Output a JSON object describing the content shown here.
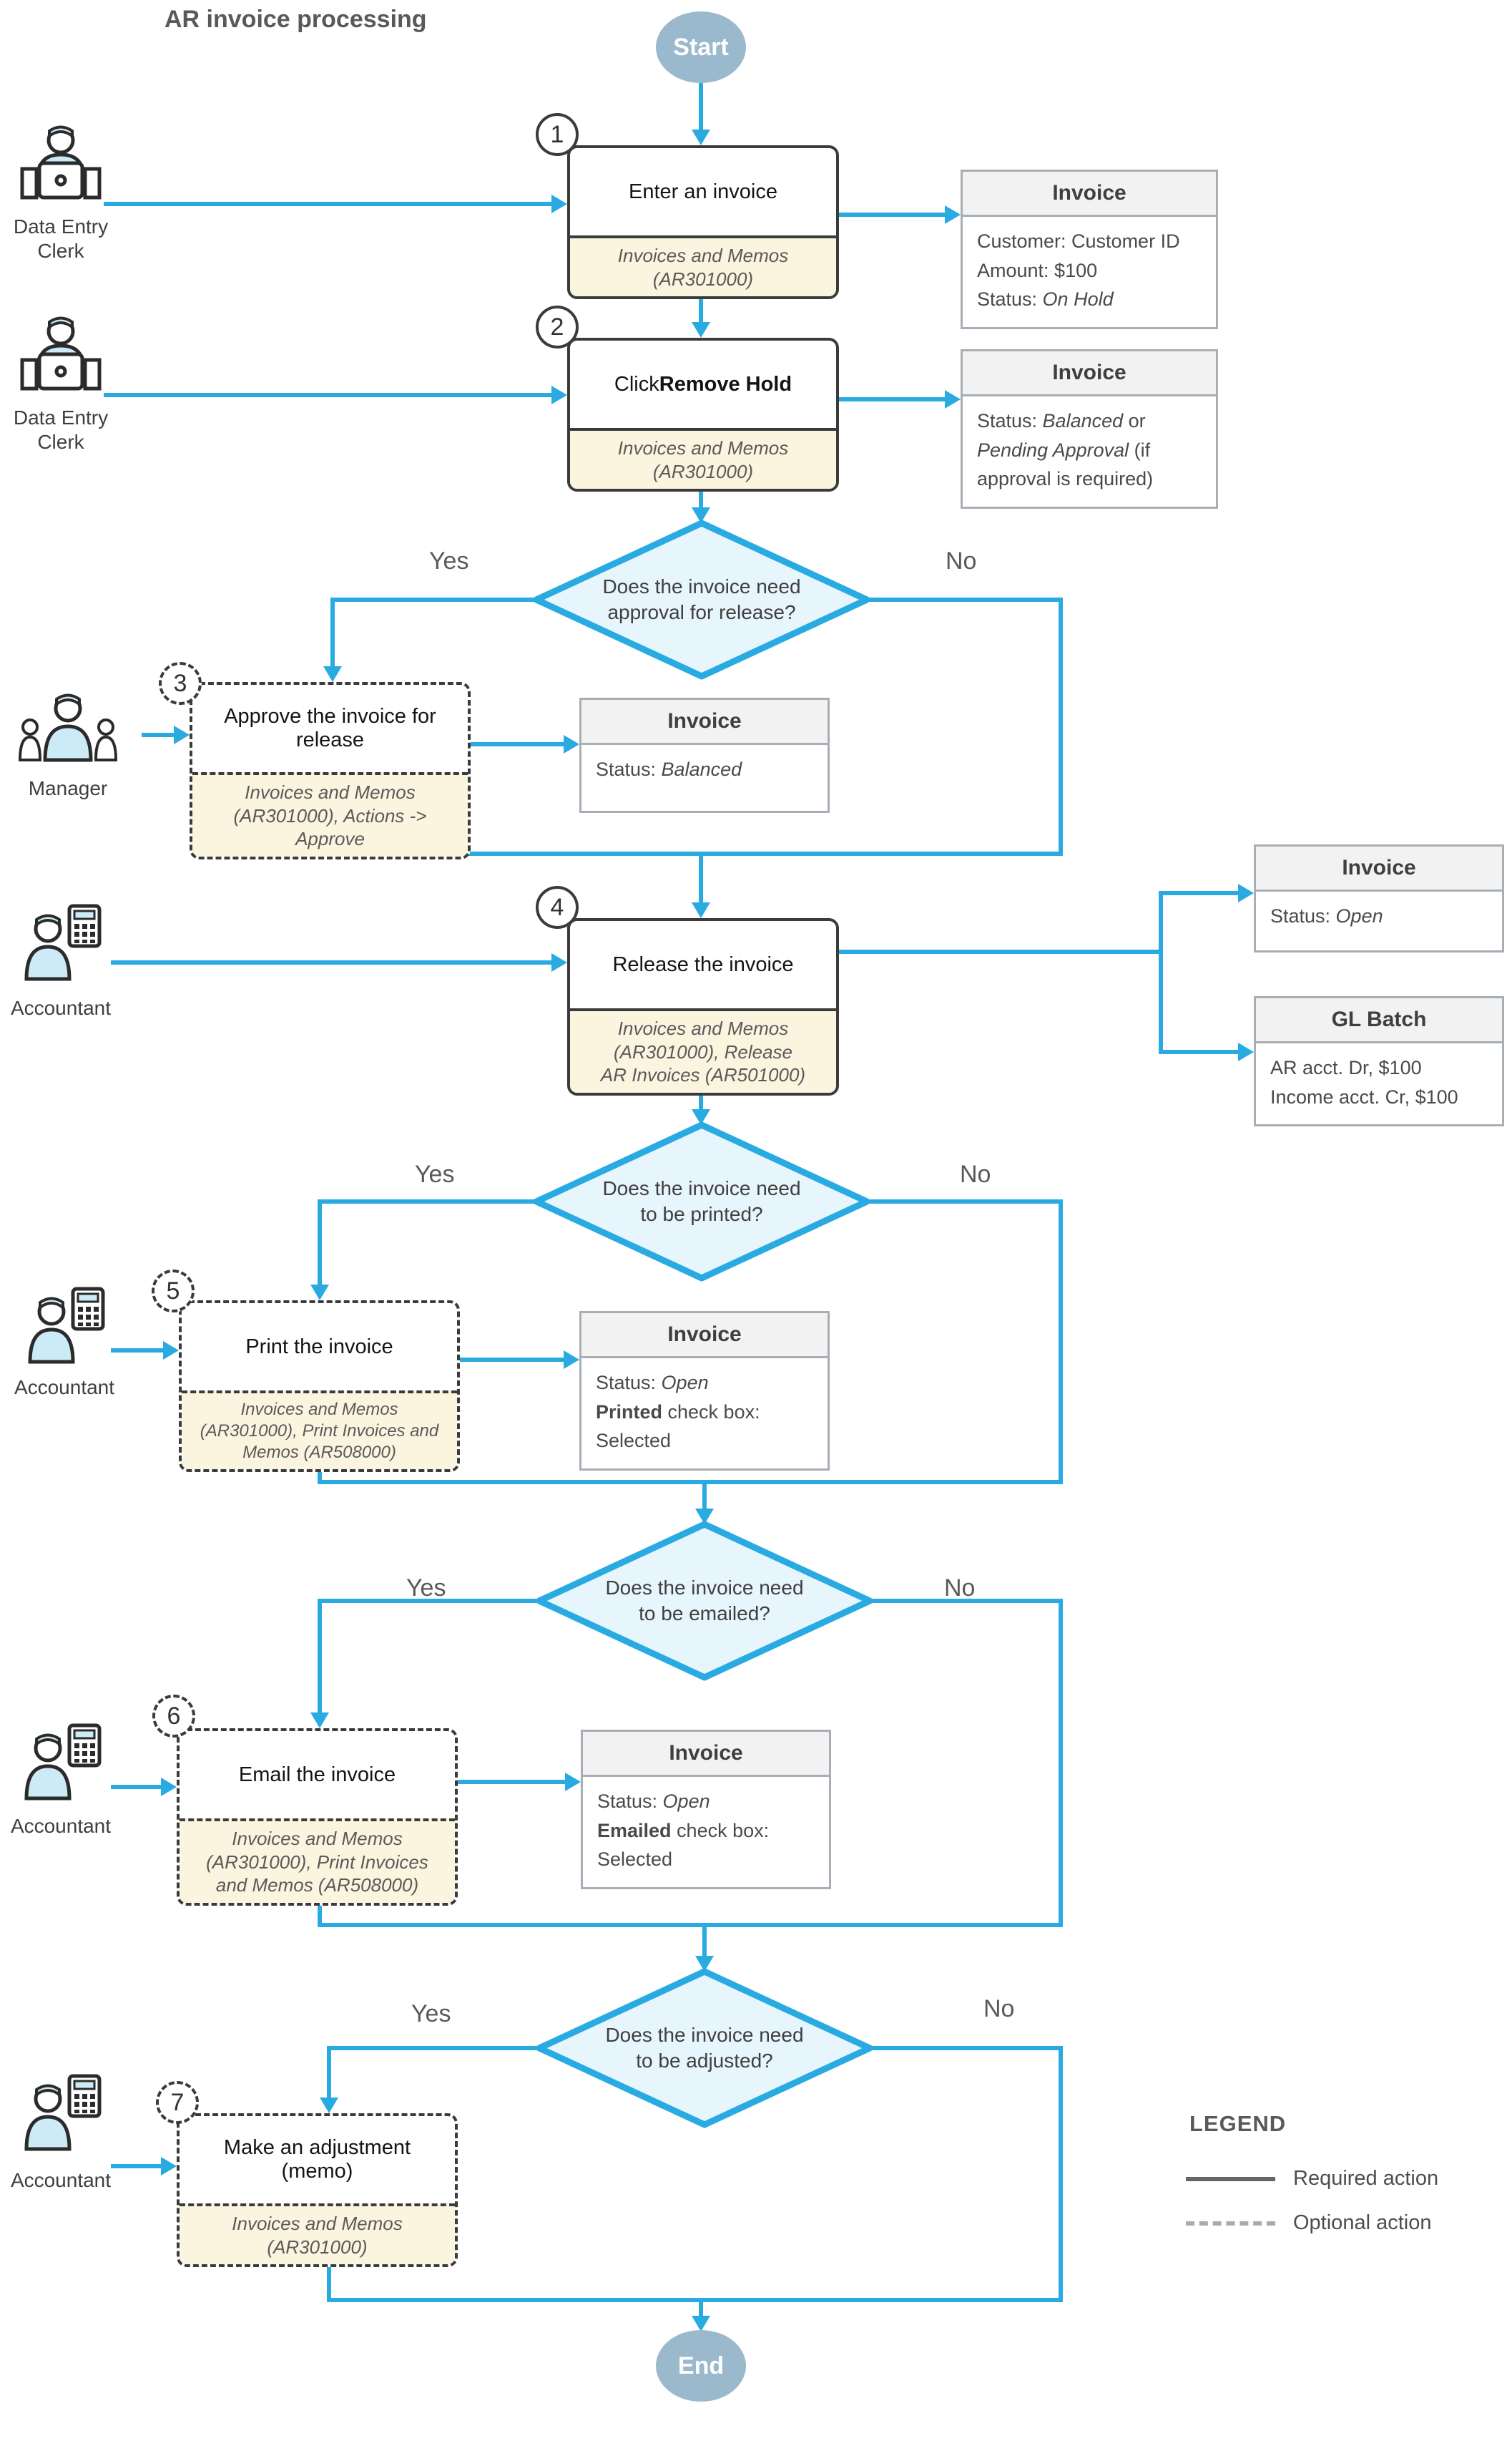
{
  "title": "AR invoice processing",
  "terminals": {
    "start": "Start",
    "end": "End"
  },
  "colors": {
    "arrow": "#29ABE2",
    "decision_fill": "#E7F5FC",
    "decision_border": "#29ABE2",
    "screen_footer_fill": "#FBF4DE",
    "terminal_fill": "#9BB9CC",
    "artifact_header_fill": "#F2F2F2",
    "artifact_border": "#A8AEB5",
    "process_border": "#3B3B3B"
  },
  "actors": [
    {
      "name": "Data Entry Clerk",
      "icon": "clerk-laptop-icon"
    },
    {
      "name": "Data Entry Clerk",
      "icon": "clerk-laptop-icon"
    },
    {
      "name": "Manager",
      "icon": "manager-icon"
    },
    {
      "name": "Accountant",
      "icon": "accountant-calculator-icon"
    },
    {
      "name": "Accountant",
      "icon": "accountant-calculator-icon"
    },
    {
      "name": "Accountant",
      "icon": "accountant-calculator-icon"
    },
    {
      "name": "Accountant",
      "icon": "accountant-calculator-icon"
    }
  ],
  "steps": [
    {
      "number": "1",
      "label": "Enter an invoice",
      "screen": "Invoices and Memos (AR301000)",
      "optional": false
    },
    {
      "number": "2",
      "label_prefix": "Click ",
      "label_bold": "Remove Hold",
      "screen": "Invoices and Memos (AR301000)",
      "optional": false
    },
    {
      "number": "3",
      "label": "Approve the invoice for release",
      "screen": "Invoices and Memos (AR301000), Actions -> Approve",
      "optional": true
    },
    {
      "number": "4",
      "label": "Release the invoice",
      "screen": "Invoices and Memos (AR301000), Release AR Invoices (AR501000)",
      "optional": false
    },
    {
      "number": "5",
      "label": "Print the invoice",
      "screen": "Invoices and Memos (AR301000), Print Invoices and Memos (AR508000)",
      "optional": true
    },
    {
      "number": "6",
      "label": "Email the invoice",
      "screen": "Invoices and Memos (AR301000), Print Invoices and Memos (AR508000)",
      "optional": true
    },
    {
      "number": "7",
      "label": "Make an adjustment (memo)",
      "screen": "Invoices and Memos (AR301000)",
      "optional": true
    }
  ],
  "decisions": [
    {
      "question": "Does the invoice need approval for release?",
      "yes": "Yes",
      "no": "No"
    },
    {
      "question": "Does the invoice need to be printed?",
      "yes": "Yes",
      "no": "No"
    },
    {
      "question": "Does the invoice need to be emailed?",
      "yes": "Yes",
      "no": "No"
    },
    {
      "question": "Does the invoice need to be adjusted?",
      "yes": "Yes",
      "no": "No"
    }
  ],
  "artifacts": {
    "invoice_entered": {
      "header": "Invoice",
      "customer": "Customer: Customer ID",
      "amount": "Amount: $100",
      "status_label": "Status: ",
      "status_value": "On Hold"
    },
    "invoice_hold_removed": {
      "header": "Invoice",
      "status_label": "Status: ",
      "status_value_1": "Balanced",
      "or": " or ",
      "status_value_2": "Pending Approval",
      "suffix": " (if approval is required)"
    },
    "invoice_approved": {
      "header": "Invoice",
      "status_label": "Status: ",
      "status_value": "Balanced"
    },
    "invoice_released": {
      "header": "Invoice",
      "status_label": "Status: ",
      "status_value": "Open"
    },
    "gl_batch": {
      "header": "GL Batch",
      "line1": "AR acct. Dr, $100",
      "line2": "Income acct. Cr, $100"
    },
    "invoice_printed": {
      "header": "Invoice",
      "status_label": "Status: ",
      "status_value": "Open",
      "check_label": "Printed",
      "check_suffix": " check box: Selected"
    },
    "invoice_emailed": {
      "header": "Invoice",
      "status_label": "Status: ",
      "status_value": "Open",
      "check_label": "Emailed",
      "check_suffix": " check box: Selected"
    }
  },
  "legend": {
    "title": "LEGEND",
    "required_label": "Required action",
    "optional_label": "Optional action"
  }
}
